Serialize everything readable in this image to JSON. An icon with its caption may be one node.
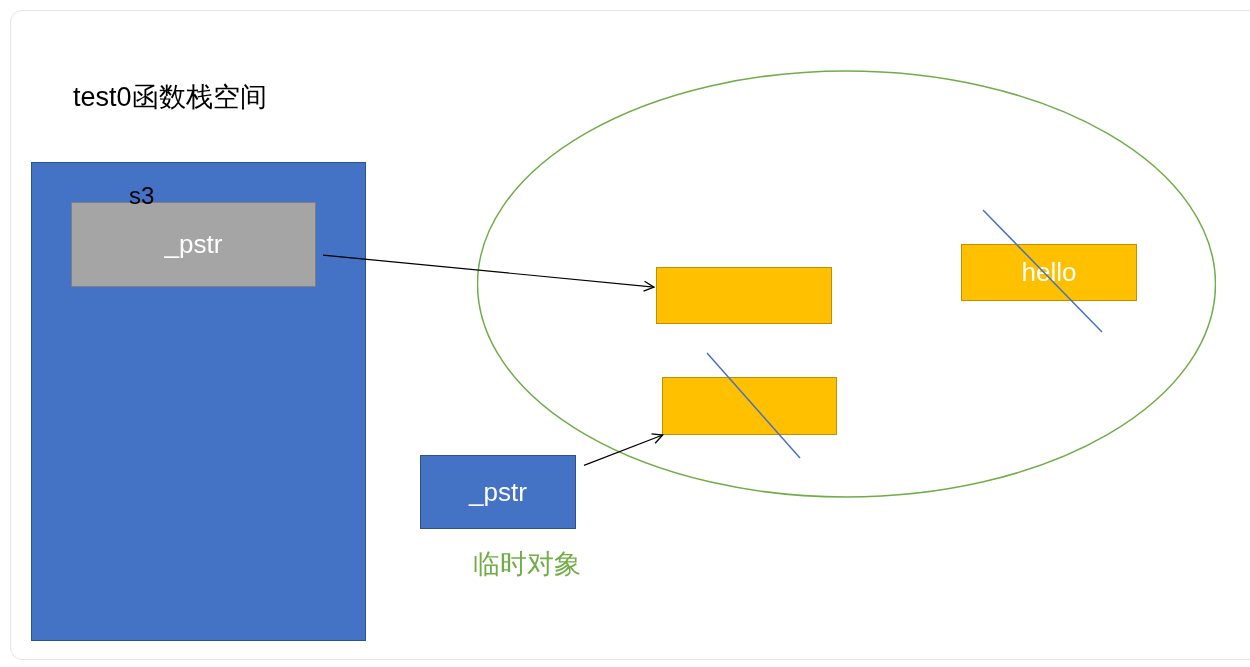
{
  "diagram": {
    "nodes": [
      {
        "text": [
          "test0函数栈空间"
        ]
      },
      {
        "text": [
          "s3",
          "_pstr"
        ],
        "in": 0
      },
      {
        "text": [],
        "shape": "ellipse"
      },
      {
        "text": [],
        "shape": "box",
        "in": 2
      },
      {
        "text": [
          "hello"
        ],
        "in": 2
      },
      {
        "text": [],
        "shape": "box",
        "in": 2
      },
      {
        "text": [
          "_pstr"
        ],
        "beside": [
          "临时对象"
        ]
      }
    ],
    "edges": [
      {
        "from": 1,
        "to": 3,
        "arrow": "to"
      },
      {
        "from": 6,
        "to": 5,
        "arrow": "to"
      }
    ]
  }
}
